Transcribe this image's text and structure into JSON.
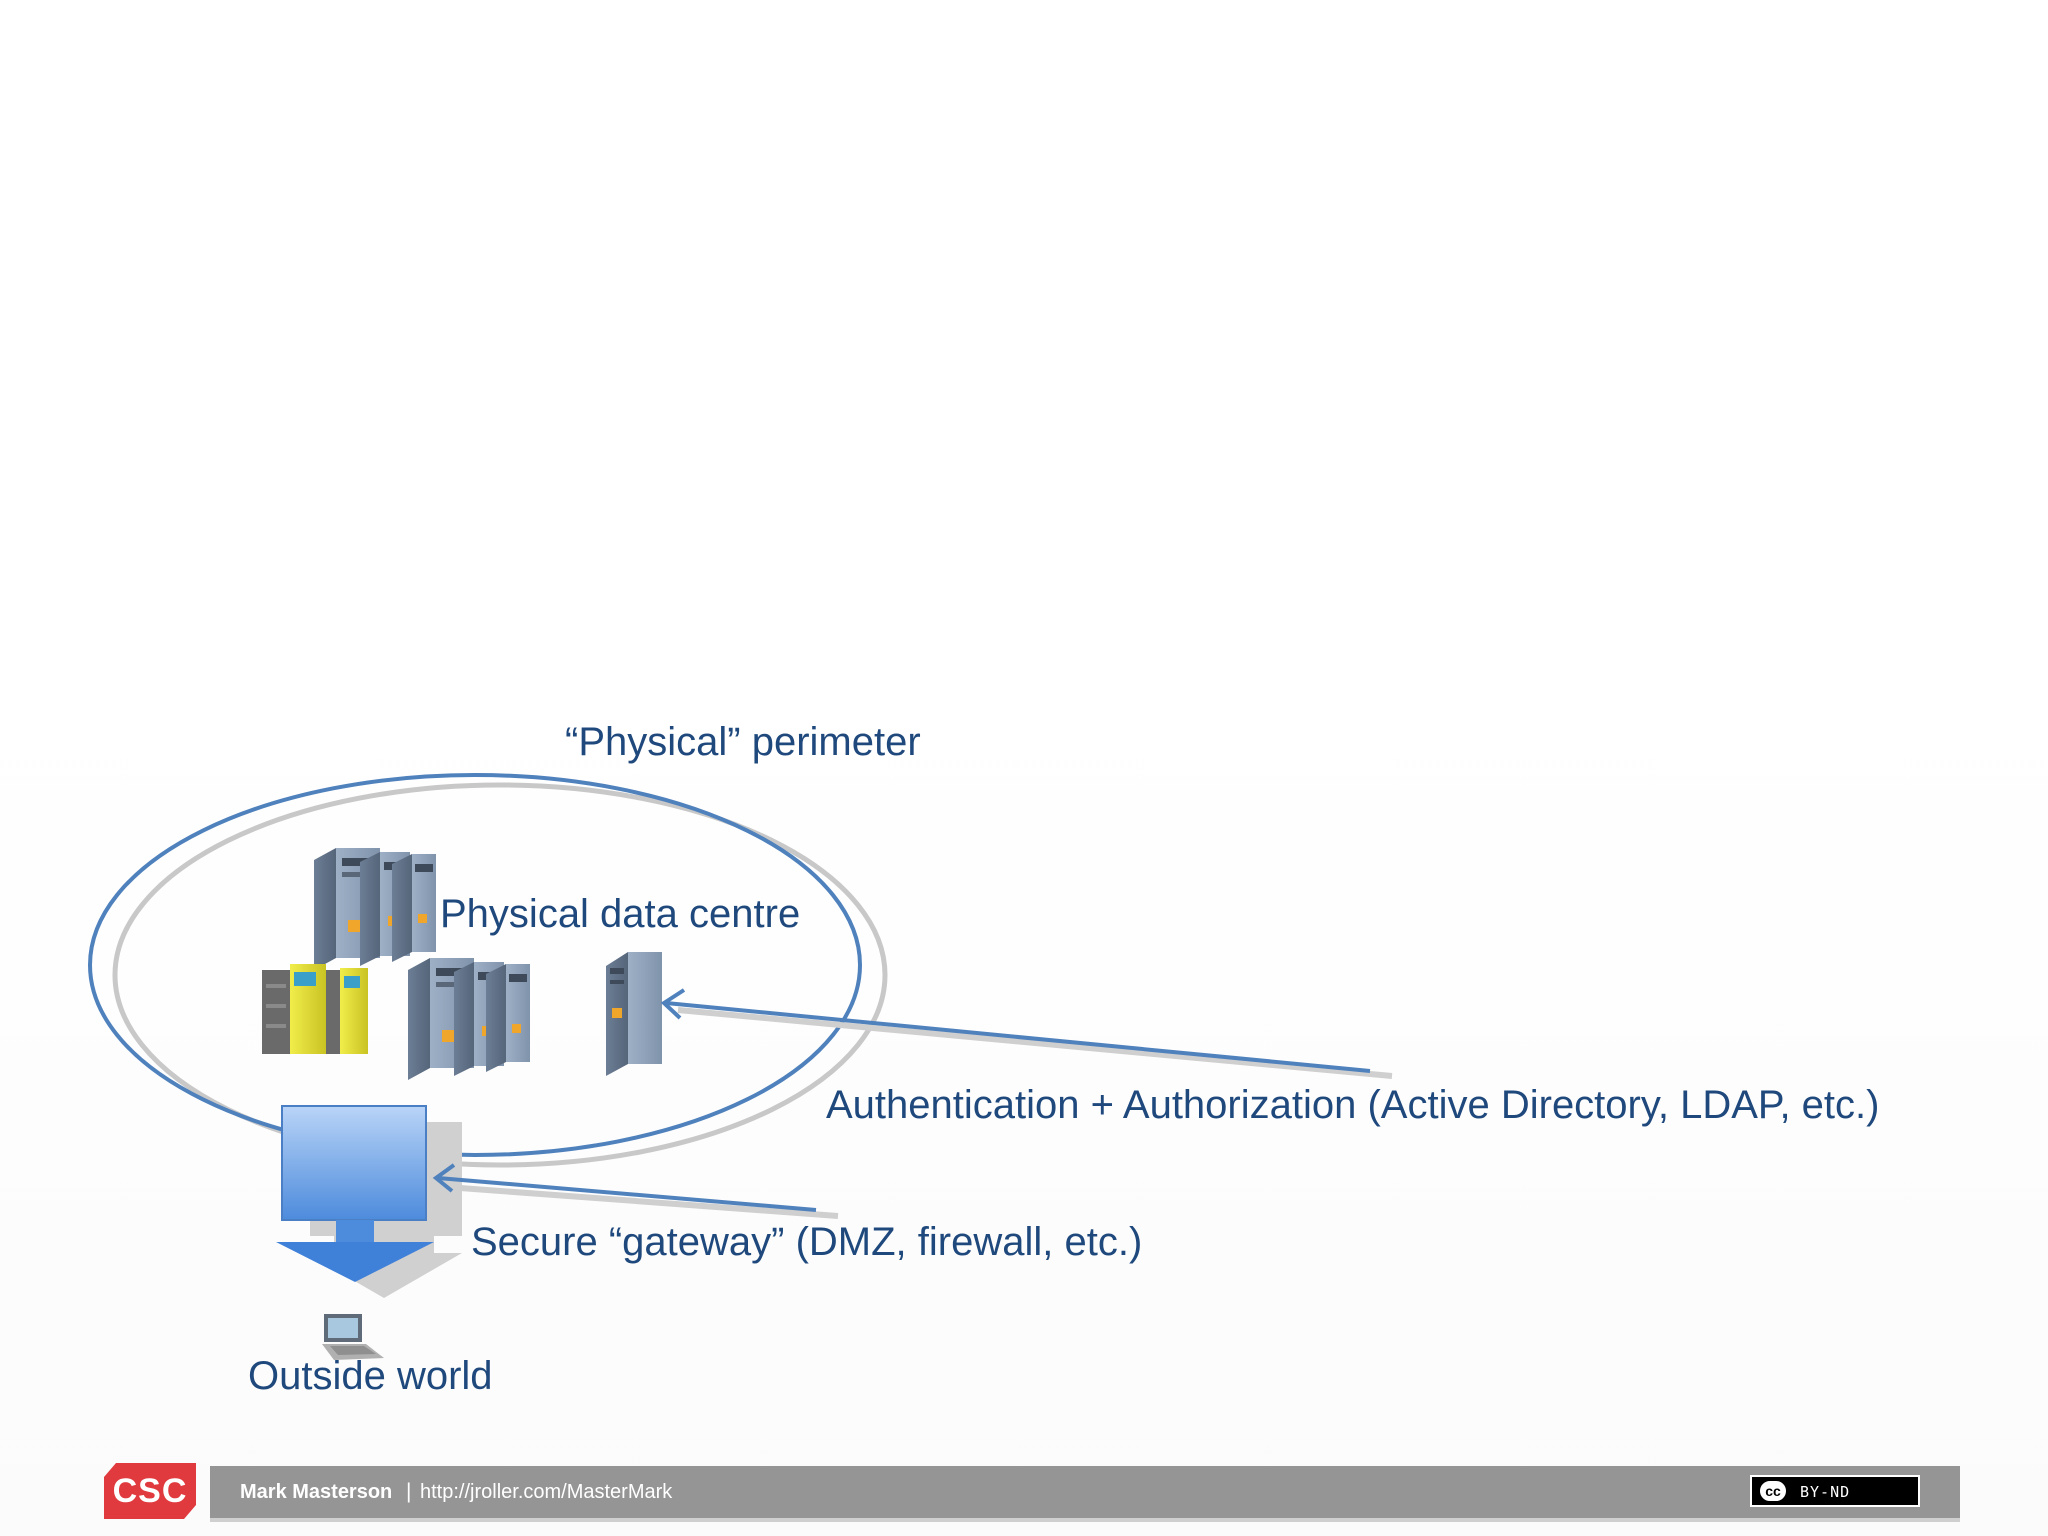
{
  "diagram": {
    "perimeter_label": "“Physical” perimeter",
    "datacentre_label": "Physical data centre",
    "auth_label": "Authentication + Authorization (Active Directory, LDAP, etc.)",
    "gateway_label": "Secure “gateway” (DMZ, firewall, etc.)",
    "outside_label": "Outside world",
    "colors": {
      "label_text": "#1f497d",
      "perimeter_stroke": "#4f81bd",
      "shadow": "#c8c8c8",
      "gateway_fill": "#6a9fe4",
      "server_body": "#8fa3bb",
      "mainframe_accent": "#e5e03a"
    },
    "icons": [
      "server-rack-icon",
      "mainframe-icon",
      "server-icon",
      "laptop-icon",
      "down-arrow-icon"
    ]
  },
  "footer": {
    "logo": "CSC",
    "logo_color": "#e03a3e",
    "author": "Mark Masterson",
    "separator": "|",
    "url": "http://jroller.com/MasterMark",
    "license_badge": "BY-ND",
    "license_symbol": "cc"
  }
}
